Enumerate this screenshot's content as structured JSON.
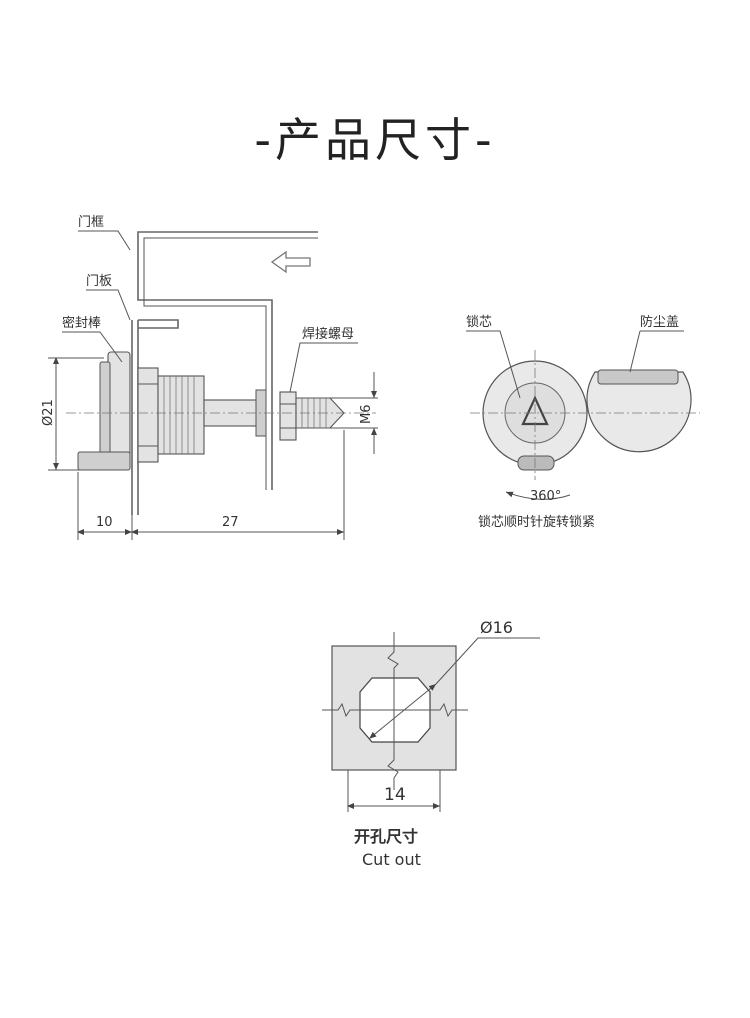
{
  "title": "-产品尺寸-",
  "side_view": {
    "labels": {
      "door_frame": "门框",
      "door_panel": "门板",
      "seal": "密封棒",
      "weld_nut": "焊接螺母"
    },
    "dimensions": {
      "diameter": "Ø21",
      "left_length": "10",
      "main_length": "27",
      "thread": "M6"
    }
  },
  "front_view": {
    "labels": {
      "lock_core": "锁芯",
      "dust_cover": "防尘盖",
      "rotation": "360°",
      "caption": "锁芯顺时针旋转锁紧"
    }
  },
  "cutout": {
    "diameter": "Ø16",
    "width": "14",
    "label_cn": "开孔尺寸",
    "label_en": "Cut out"
  }
}
